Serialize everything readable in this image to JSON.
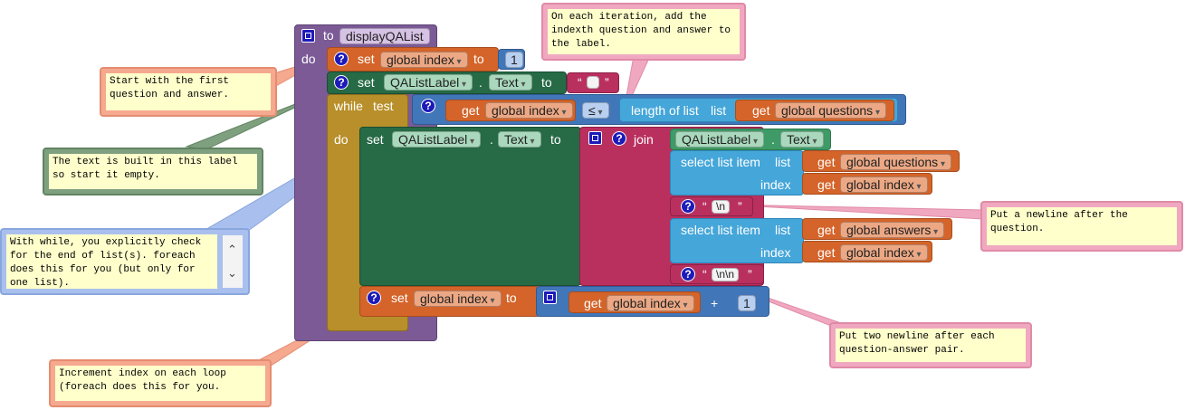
{
  "procedure": {
    "keyword_to": "to",
    "name": "displayQAList",
    "keyword_do": "do"
  },
  "set_index": {
    "keyword_set": "set",
    "variable": "global index",
    "keyword_to": "to",
    "value": "1"
  },
  "set_label_empty": {
    "keyword_set": "set",
    "component": "QAListLabel",
    "dot": ".",
    "property": "Text",
    "keyword_to": "to",
    "empty_string": ""
  },
  "while_loop": {
    "keyword_while": "while",
    "keyword_test": "test",
    "keyword_do": "do"
  },
  "test": {
    "keyword_get": "get",
    "variable": "global index",
    "operator": "≤",
    "length_label": "length of list",
    "list_label": "list",
    "list_variable": "global questions"
  },
  "set_label_join": {
    "keyword_set": "set",
    "component": "QAListLabel",
    "dot": ".",
    "property": "Text",
    "keyword_to": "to",
    "join_label": "join"
  },
  "join_items": {
    "label_component": "QAListLabel",
    "label_property": "Text",
    "select1": {
      "label": "select list item",
      "list_label": "list",
      "list_var": "global questions",
      "index_label": "index",
      "index_var": "global index"
    },
    "newline1": "\\n",
    "select2": {
      "label": "select list item",
      "list_label": "list",
      "list_var": "global answers",
      "index_label": "index",
      "index_var": "global index"
    },
    "newline2": "\\n\\n",
    "keyword_get": "get"
  },
  "increment": {
    "keyword_set": "set",
    "variable": "global index",
    "keyword_to": "to",
    "keyword_get": "get",
    "get_var": "global index",
    "operator": "+",
    "value": "1"
  },
  "quote_open": "“",
  "quote_close": "”",
  "comments": [
    {
      "text": "On each iteration, add the indexth question and answer to the label."
    },
    {
      "text": "Start with the first question and answer."
    },
    {
      "text": "The text is built in this label so start it empty."
    },
    {
      "text": "With while, you explicitly check for the end of list(s). foreach does this for you (but only for one list)."
    },
    {
      "text": "Put a newline after the question."
    },
    {
      "text": "Put two newline after each question-answer pair."
    },
    {
      "text": "Increment index on each loop (foreach does this for you."
    }
  ],
  "colors": {
    "procedure": "#7b5a96",
    "control": "#b88f2a",
    "component": "#266a46",
    "text": "#b9305f",
    "math": "#4176b9",
    "variable": "#d4642a",
    "list": "#45a6d9"
  }
}
